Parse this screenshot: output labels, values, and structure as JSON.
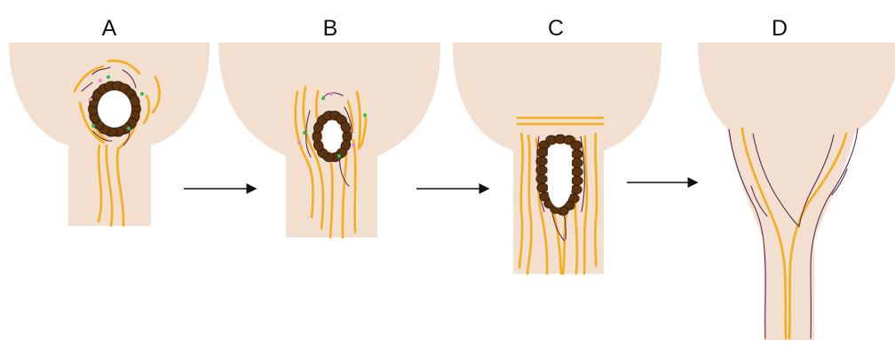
{
  "panels": [
    {
      "label": "A"
    },
    {
      "label": "B"
    },
    {
      "label": "C"
    },
    {
      "label": "D"
    }
  ],
  "colors": {
    "tissue": "#f3dfcf",
    "fiber": "#f4ad1c",
    "thin_fiber": "#5b2a53",
    "bead": "#5a3312",
    "dot_green": "#2ebd59",
    "dot_pink": "#e68ad0",
    "arrow": "#111111"
  }
}
